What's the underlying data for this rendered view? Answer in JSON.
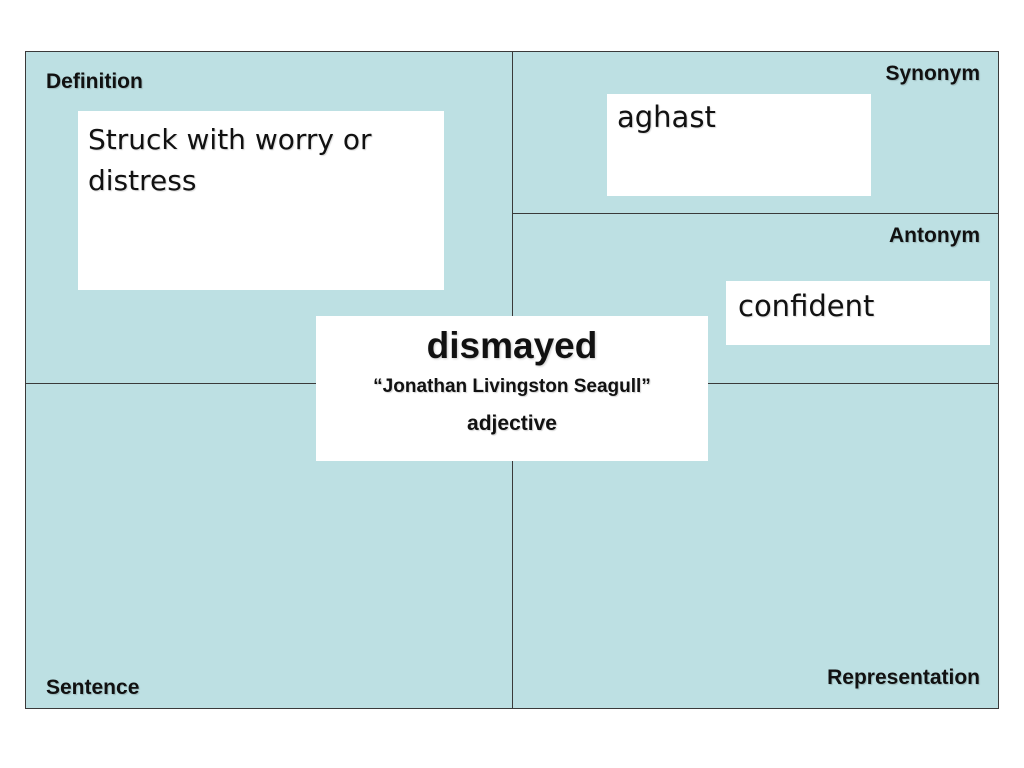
{
  "labels": {
    "definition": "Definition",
    "synonym": "Synonym",
    "antonym": "Antonym",
    "sentence": "Sentence",
    "representation": "Representation"
  },
  "definition_text": "Struck with worry or distress",
  "synonym_text": "aghast",
  "antonym_text": "confident",
  "center": {
    "word": "dismayed",
    "source": "“Jonathan Livingston Seagull”",
    "part_of_speech": "adjective"
  },
  "colors": {
    "panel_background": "#bde0e3",
    "border": "#3a3a3a",
    "card_background": "#ffffff"
  }
}
